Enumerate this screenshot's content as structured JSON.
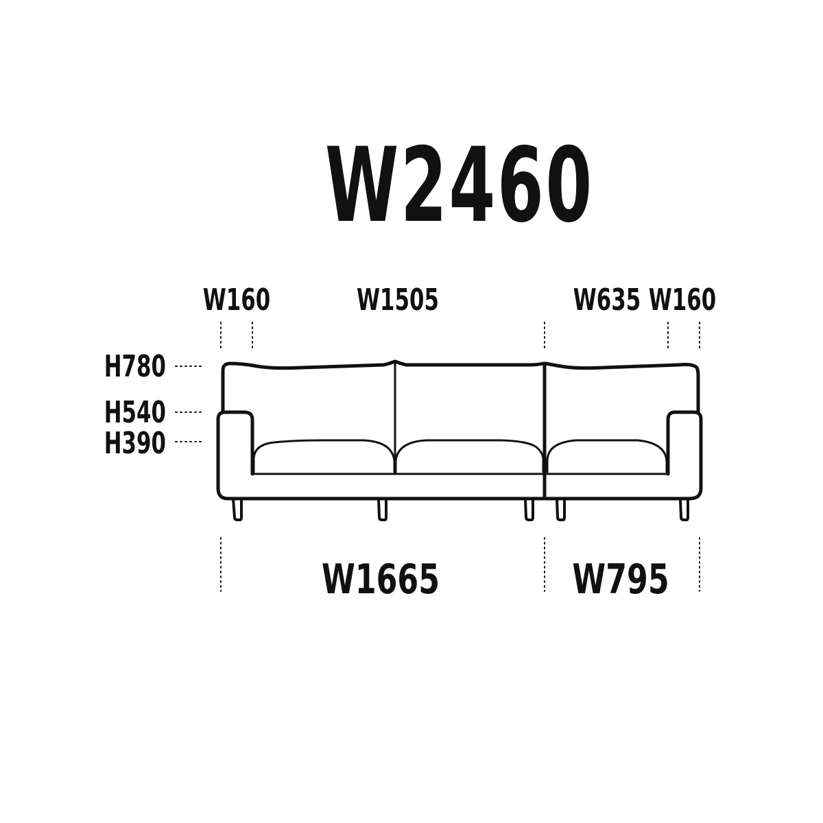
{
  "total_width": "W2460",
  "top_dims": {
    "arm_left": "W160",
    "seat_left": "W1505",
    "seat_right": "W635",
    "arm_right": "W160"
  },
  "heights": {
    "back": "H780",
    "arm": "H540",
    "seat": "H390"
  },
  "bottom_dims": {
    "module_left": "W1665",
    "module_right": "W795"
  },
  "colors": {
    "line": "#111111",
    "background": "#ffffff"
  }
}
